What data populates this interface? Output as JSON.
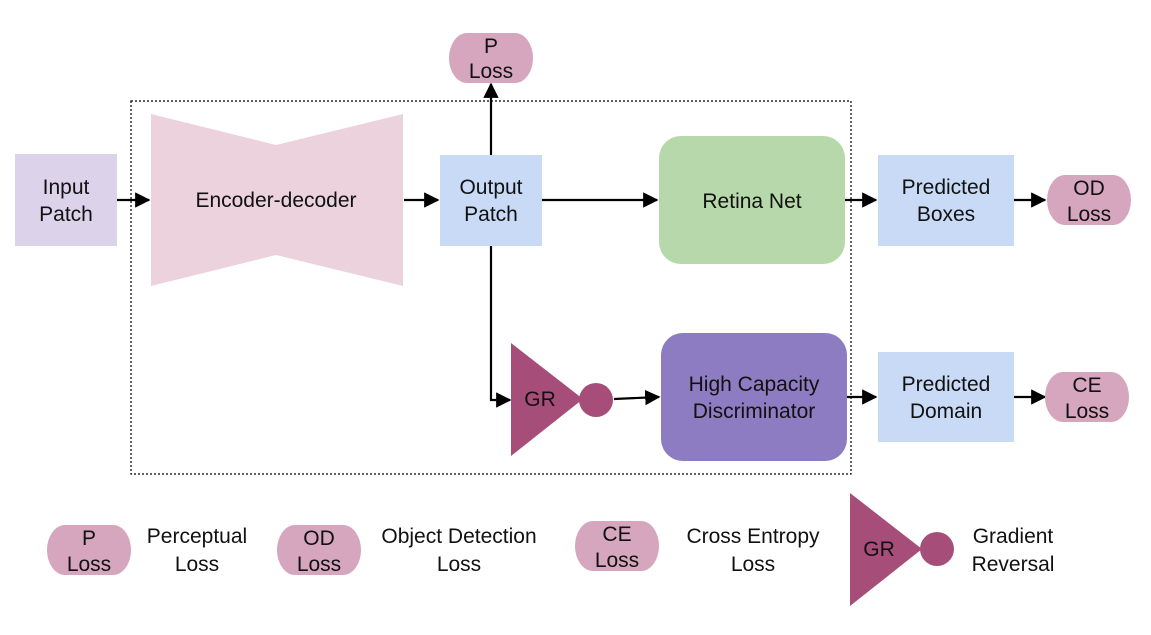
{
  "colors": {
    "input_patch": "#dcd3ea",
    "encoder_decoder": "#ecd2dd",
    "output_patch": "#c9daf6",
    "retina_net": "#b7d8aa",
    "predicted_box": "#c9daf6",
    "discriminator": "#8e7cc3",
    "gr_triangle": "#a64d79",
    "loss_pill": "#d5a6bd",
    "edge": "#000000",
    "frame": "#000000"
  },
  "nodes": {
    "input_patch": [
      "Input",
      "Patch"
    ],
    "encoder_decoder": "Encoder-decoder",
    "output_patch": [
      "Output",
      "Patch"
    ],
    "retina_net": "Retina Net",
    "predicted_boxes": [
      "Predicted",
      "Boxes"
    ],
    "od_loss": [
      "OD",
      "Loss"
    ],
    "p_loss": [
      "P",
      "Loss"
    ],
    "gr": "GR",
    "discriminator": [
      "High Capacity",
      "Discriminator"
    ],
    "predicted_domain": [
      "Predicted",
      "Domain"
    ],
    "ce_loss": [
      "CE",
      "Loss"
    ]
  },
  "legend": {
    "p": {
      "symbol": [
        "P",
        "Loss"
      ],
      "desc": [
        "Perceptual",
        "Loss"
      ]
    },
    "od": {
      "symbol": [
        "OD",
        "Loss"
      ],
      "desc": [
        "Object Detection",
        "Loss"
      ]
    },
    "ce": {
      "symbol": [
        "CE",
        "Loss"
      ],
      "desc": [
        "Cross Entropy",
        "Loss"
      ]
    },
    "gr": {
      "symbol": "GR",
      "desc": [
        "Gradient",
        "Reversal"
      ]
    }
  }
}
